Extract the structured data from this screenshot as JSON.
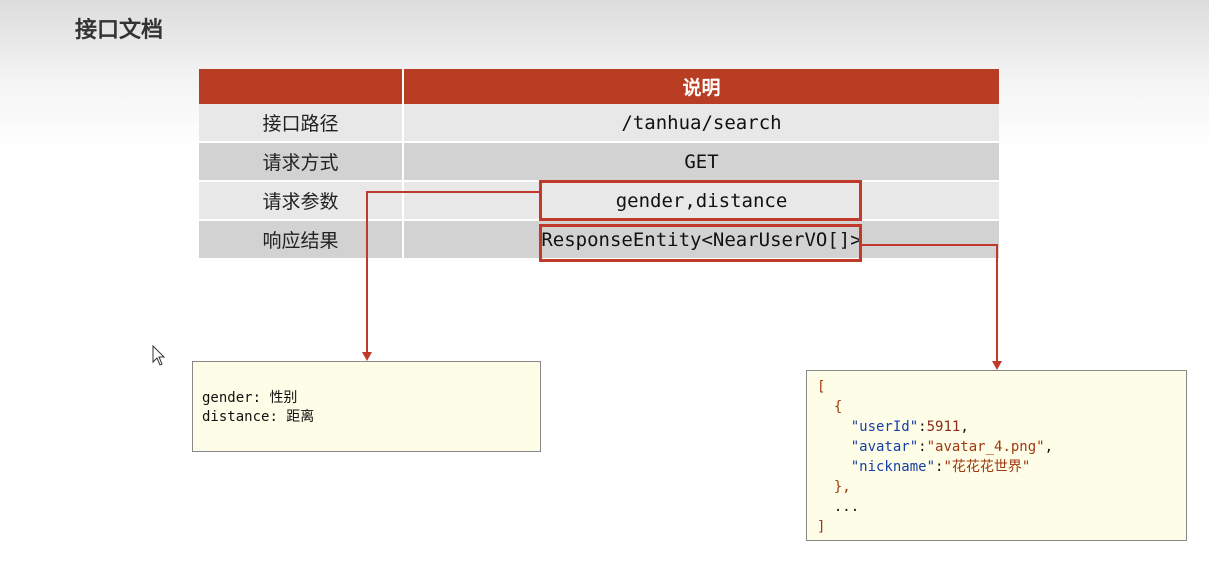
{
  "page": {
    "title": "接口文档"
  },
  "table": {
    "header": [
      "",
      "说明"
    ],
    "rows": [
      {
        "label": "接口路径",
        "value": "/tanhua/search"
      },
      {
        "label": "请求方式",
        "value": "GET"
      },
      {
        "label": "请求参数",
        "value": "gender,distance"
      },
      {
        "label": "响应结果",
        "value": "ResponseEntity<NearUserVO[]>"
      }
    ]
  },
  "params_note": {
    "line1_key": "gender",
    "line1_sep": ": ",
    "line1_desc": "性别",
    "line2_key": "distance",
    "line2_sep": ": ",
    "line2_desc": "距离"
  },
  "response_example": {
    "open_bracket": "[",
    "open_brace": "{",
    "userId_key": "\"userId\"",
    "userId_value": "5911",
    "avatar_key": "\"avatar\"",
    "avatar_value": "\"avatar_4.png\"",
    "nickname_key": "\"nickname\"",
    "nickname_value": "\"花花花世界\"",
    "close_brace": "},",
    "ellipsis": "...",
    "close_bracket": "]"
  },
  "colors": {
    "header_bg": "#b83d22",
    "highlight": "#c0392b",
    "note_bg": "#fefde8"
  },
  "icons": {
    "cursor": "mouse-pointer-icon"
  }
}
